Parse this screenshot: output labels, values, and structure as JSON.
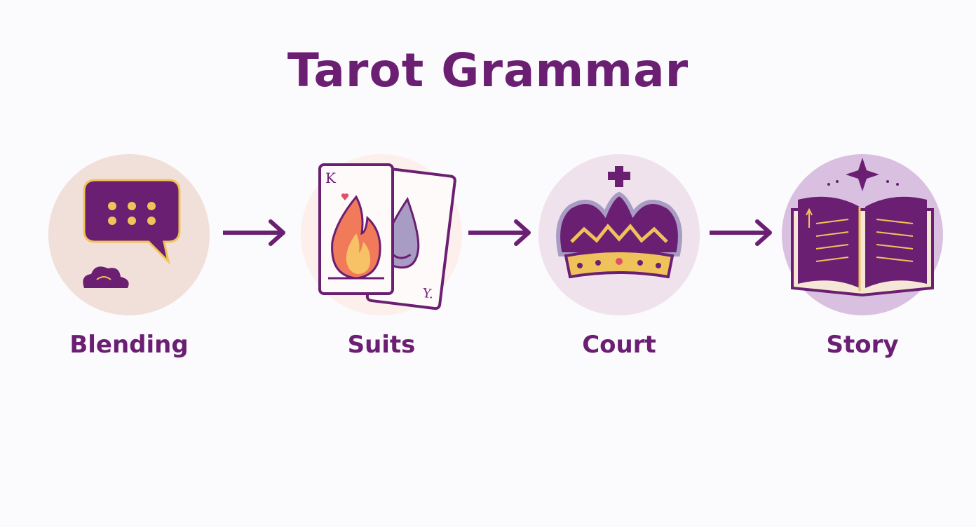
{
  "title": "Tarot Grammar",
  "steps": [
    {
      "label": "Blending",
      "icon": "speech-bubble-icon"
    },
    {
      "label": "Suits",
      "icon": "suit-cards-icon",
      "card_letters": [
        "K",
        "Y."
      ]
    },
    {
      "label": "Court",
      "icon": "crown-icon"
    },
    {
      "label": "Story",
      "icon": "open-book-icon"
    }
  ],
  "colors": {
    "primary": "#6b1f72",
    "gold": "#f0c35a",
    "circle_blend": "#f1dfd9",
    "circle_court": "#efe2ec",
    "circle_story": "#d9c0e0"
  }
}
